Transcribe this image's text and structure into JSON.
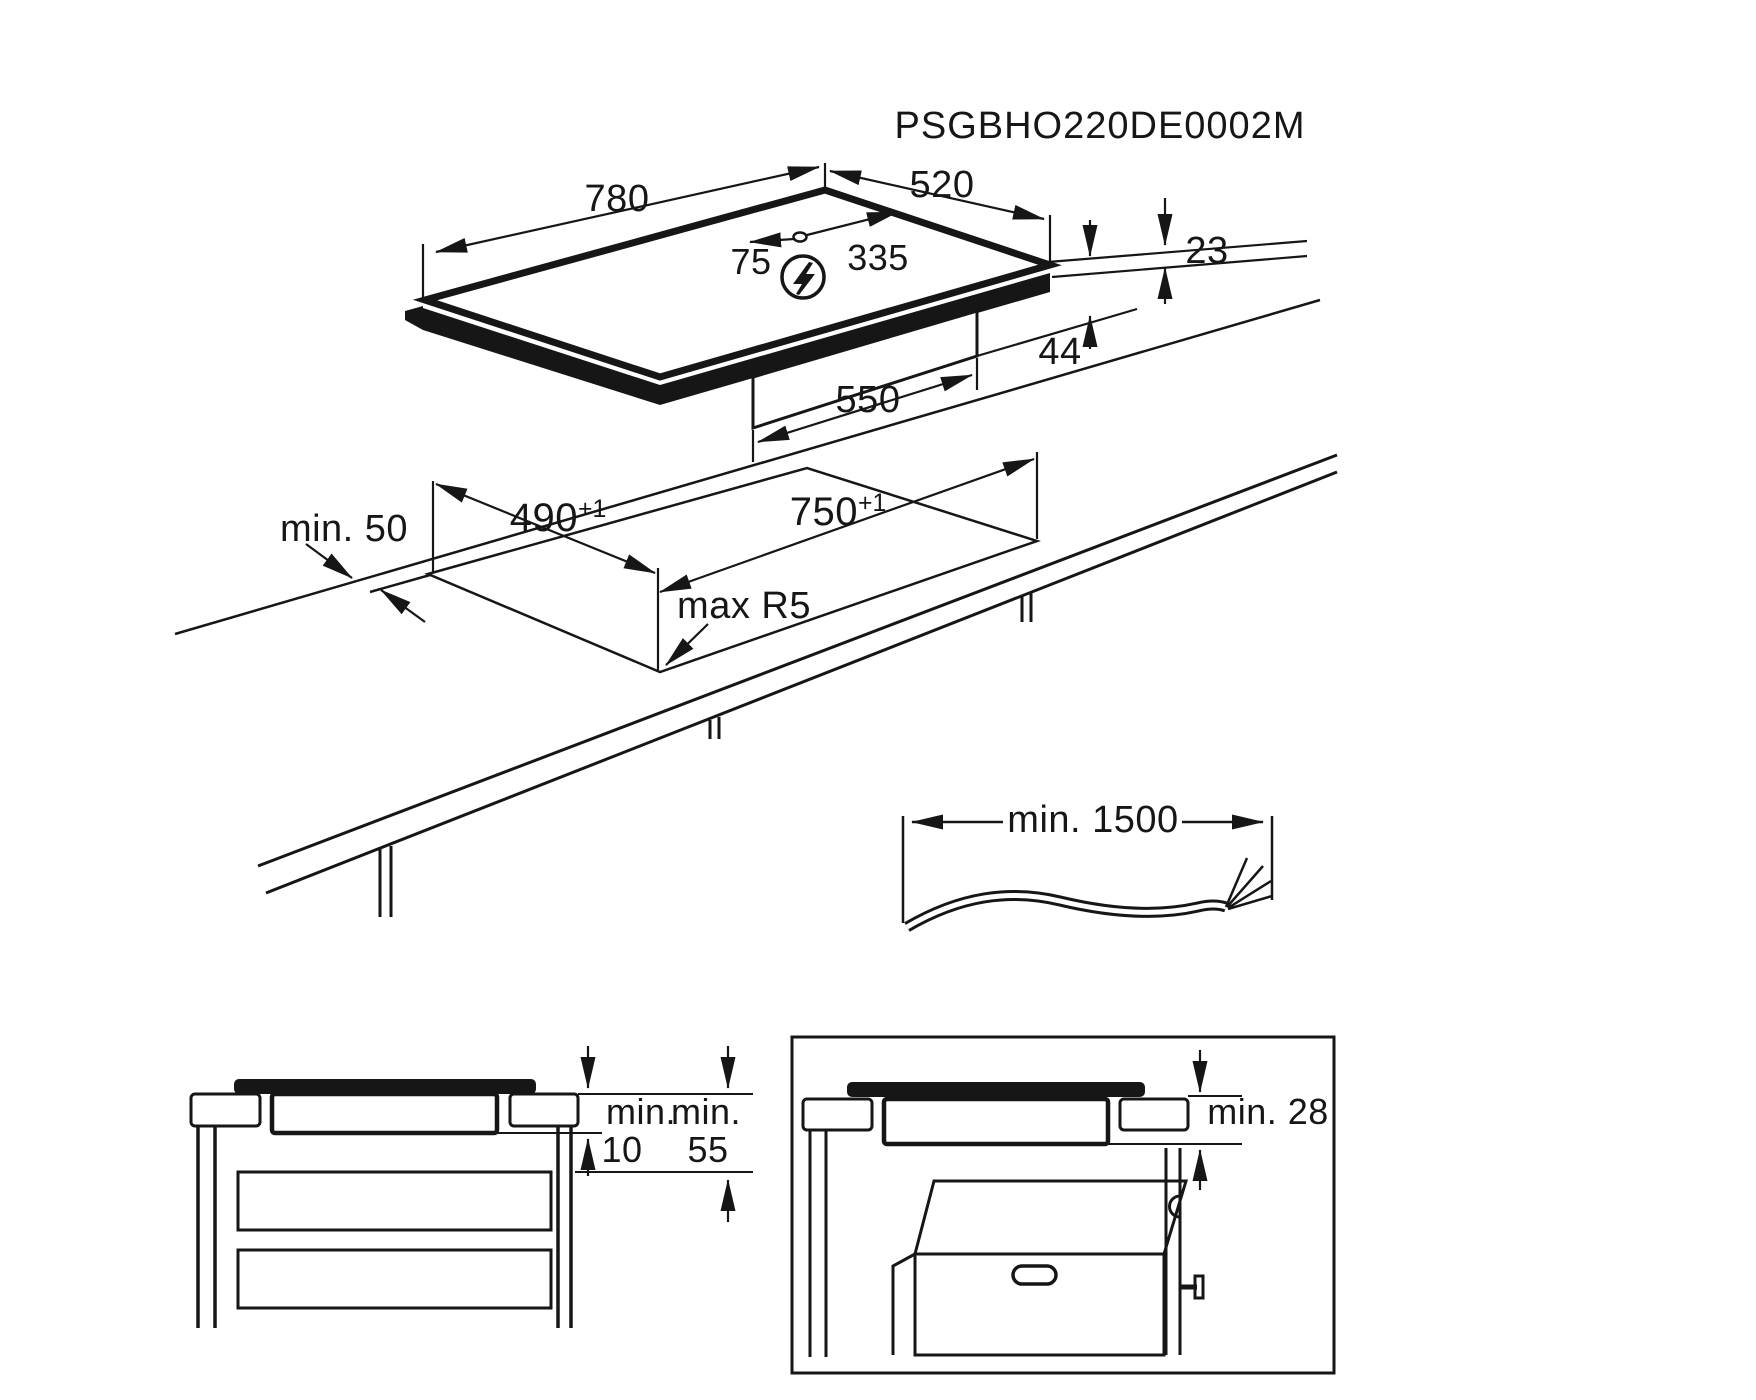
{
  "title": "PSGBHO220DE0002M",
  "colors": {
    "line": "#1a1a1a",
    "background": "#ffffff"
  },
  "icons": {
    "power": "lightning-icon"
  },
  "hob": {
    "width": "780",
    "depth": "520",
    "mains_offset_left": "75",
    "mains_offset_right": "335",
    "height_above_worktop": "23",
    "height_below_worktop": "44",
    "body_width": "550"
  },
  "cutout": {
    "rear_clearance": "min. 50",
    "depth": "490",
    "depth_tolerance": "+1",
    "width": "750",
    "width_tolerance": "+1",
    "corner_radius": "max R5"
  },
  "cable": {
    "length": "min. 1500"
  },
  "drawer_section": {
    "min_word_1": "min.",
    "gap_value": "10",
    "min_word_2": "min.",
    "depth_value": "55"
  },
  "oven_section": {
    "clearance": "min. 28"
  }
}
